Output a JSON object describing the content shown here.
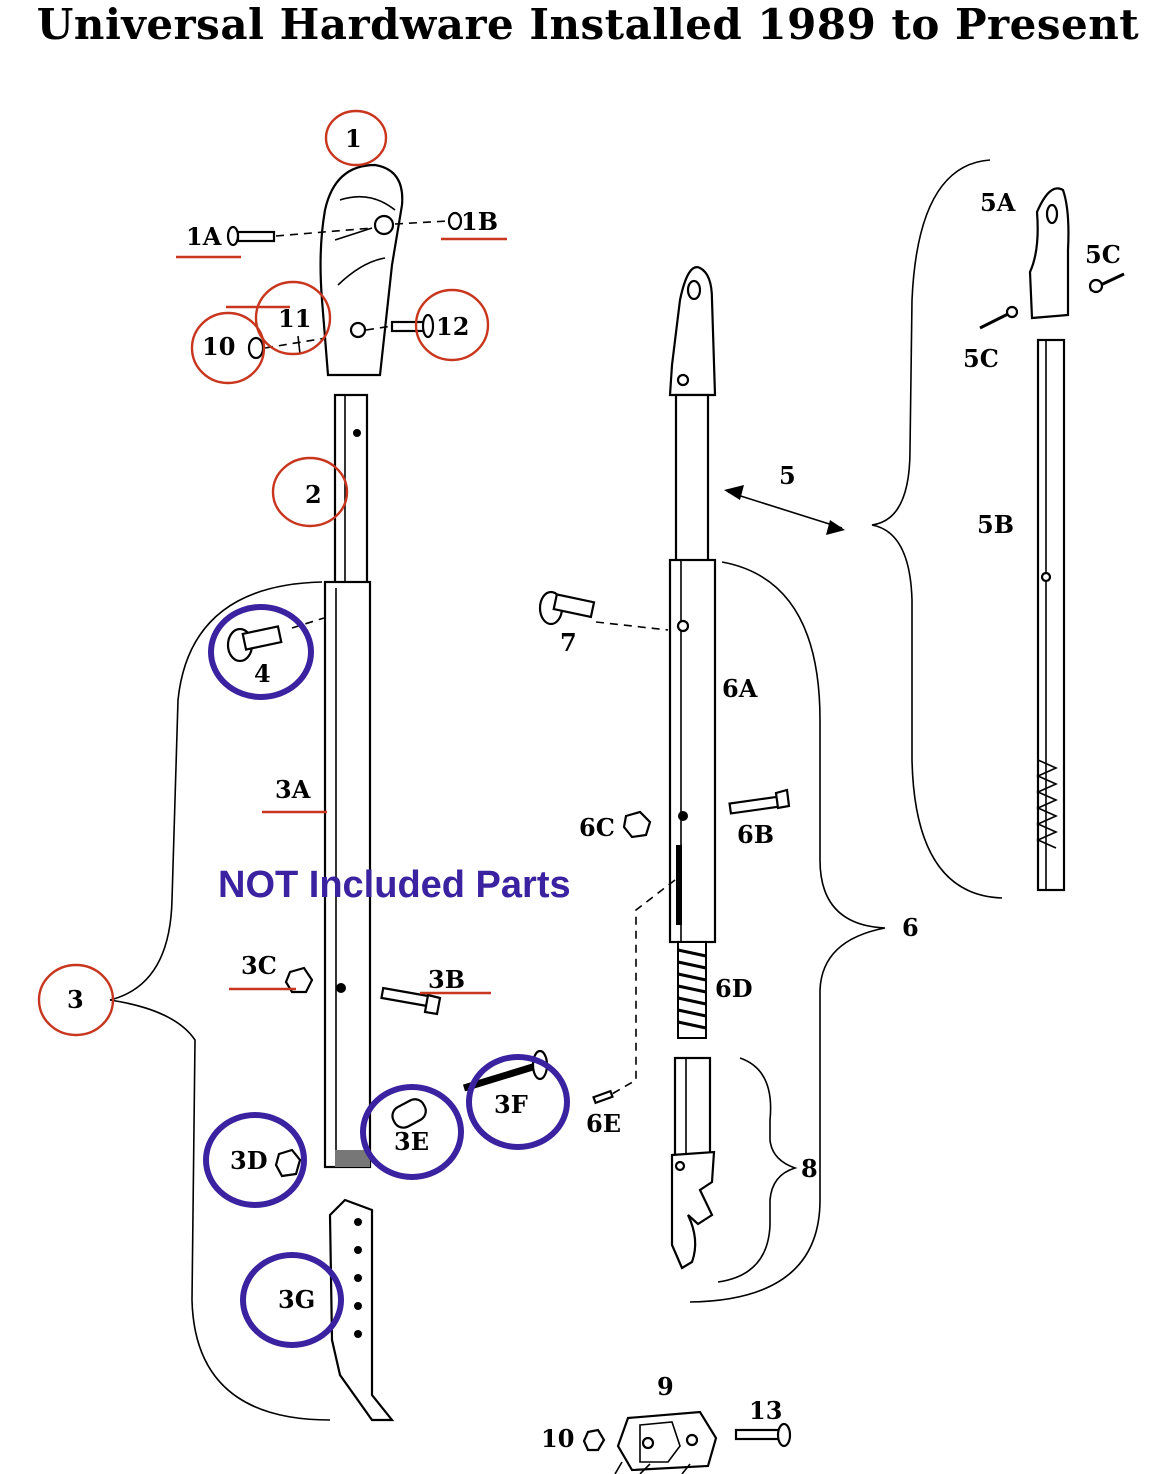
{
  "title": "Universal Hardware Installed 1989 to Present",
  "notice": "NOT Included Parts",
  "colors": {
    "red": "#c8361e",
    "blue": "#3a22a0",
    "line": "#000000"
  },
  "labels": {
    "p1": "1",
    "p1A": "1A",
    "p1B": "1B",
    "p2": "2",
    "p3": "3",
    "p3A": "3A",
    "p3B": "3B",
    "p3C": "3C",
    "p3D": "3D",
    "p3E": "3E",
    "p3F": "3F",
    "p3G": "3G",
    "p4": "4",
    "p5": "5",
    "p5A": "5A",
    "p5B": "5B",
    "p5C_top": "5C",
    "p5C_bottom": "5C",
    "p6": "6",
    "p6A": "6A",
    "p6B": "6B",
    "p6C": "6C",
    "p6D": "6D",
    "p6E": "6E",
    "p7": "7",
    "p8": "8",
    "p9": "9",
    "p10_top": "10",
    "p10_bottom": "10",
    "p11": "11",
    "p12": "12",
    "p13": "13"
  }
}
